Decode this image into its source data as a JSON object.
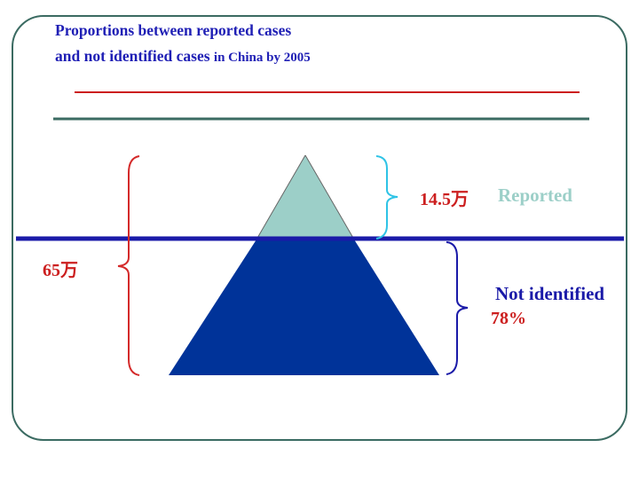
{
  "title": {
    "line1": "Proportions between reported cases",
    "line2_main": "and not identified cases",
    "line2_small": "in China by 2005"
  },
  "labels": {
    "total": "65万",
    "reported_value": "14.5万",
    "reported": "Reported",
    "not_identified": "Not identified",
    "not_identified_percent": "78%"
  },
  "colors": {
    "frame": "#3b6b62",
    "title": "#1f1fb5",
    "red_rule": "#cc1f1f",
    "teal_rule": "#3b6b62",
    "waterline": "#1a1aa8",
    "iceberg_tip": "#9ccfc8",
    "iceberg_base": "#003399",
    "brace_total": "#d42a2a",
    "brace_reported": "#2ec3e6",
    "brace_not_identified": "#1a1aa8",
    "label_red": "#cc1f1f",
    "label_reported": "#9ccfc8",
    "label_not_identified": "#1a1aa8"
  }
}
